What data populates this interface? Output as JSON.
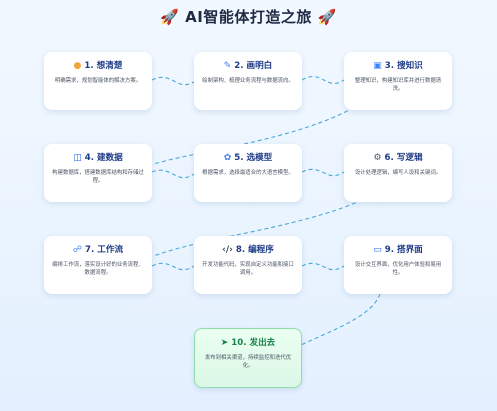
{
  "title": "🚀 AI智能体打造之旅 🚀",
  "colors": {
    "accent": "#1f3c88",
    "final_accent": "#17804a",
    "link": "#4aa8d8",
    "background": "#eaf4ff"
  },
  "steps": [
    {
      "label": "1. 想清楚",
      "icon": "lightbulb-icon",
      "desc": "明确需求，规划智能体的解决方案。"
    },
    {
      "label": "2. 画明白",
      "icon": "drawing-icon",
      "desc": "绘制架构、梳理业务流程与数据流向。"
    },
    {
      "label": "3. 搜知识",
      "icon": "book-icon",
      "desc": "整理知识，构建知识库并进行数据清洗。"
    },
    {
      "label": "4. 建数据",
      "icon": "database-icon",
      "desc": "构建数据库，搭建数据库结构和存储过程。"
    },
    {
      "label": "5. 选模型",
      "icon": "brain-icon",
      "desc": "根据需求，选择最适合的大语言模型。"
    },
    {
      "label": "6. 写逻辑",
      "icon": "gears-icon",
      "desc": "设计处理逻辑，编写人设和关键词。"
    },
    {
      "label": "7. 工作流",
      "icon": "workflow-icon",
      "desc": "编排工作流，落实设计好的业务流程、数据流程。"
    },
    {
      "label": "8. 编程序",
      "icon": "code-icon",
      "desc": "开发功能代码，实现自定义功能和接口调用。"
    },
    {
      "label": "9. 搭界面",
      "icon": "monitor-icon",
      "desc": "设计交互界面，优化用户体验和易用性。"
    },
    {
      "label": "10. 发出去",
      "icon": "rocket-icon",
      "desc": "发布到相关渠道，持续监控和迭代优化。"
    }
  ]
}
